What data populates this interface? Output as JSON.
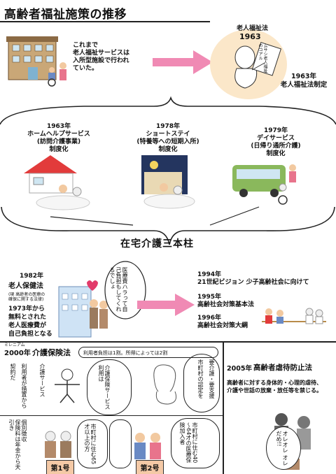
{
  "title": "高齢者福祉施策の推移",
  "intro": {
    "text": [
      "これまで",
      "老人福祉サービスは",
      "入所型施設で行われ",
      "ていた。"
    ]
  },
  "law1963": {
    "header": "老人福祉法",
    "year": "1963",
    "caption": [
      "1963年",
      "老人福祉法制定"
    ],
    "sign_text": "ムサシ老人福祉のコアル"
  },
  "services": [
    {
      "year": "1963年",
      "name": "ホームヘルプサービス",
      "detail": "(訪問介護事業)",
      "status": "制度化"
    },
    {
      "year": "1978年",
      "name": "ショートステイ",
      "detail": "(特養等への短期入所)",
      "status": "制度化"
    },
    {
      "year": "1979年",
      "name": "デイサービス",
      "detail": "(日帰り通所介護)",
      "status": "制度化"
    }
  ],
  "pillars": "在宅介護三本柱",
  "law1982": {
    "year": "1982年",
    "name": "老人保健法",
    "note": [
      "(現 高齢者の医療の",
      "確保に関する法律)"
    ],
    "desc": [
      "1973年から",
      "無料とされた",
      "老人医療費が",
      "自己負担となる"
    ],
    "bubble": "医療費ハラって自己負担もしてくれるでしょ"
  },
  "timeline": [
    {
      "year": "1994年",
      "text": "21世紀ビジョン 少子高齢社会に向けて"
    },
    {
      "year": "1995年",
      "text": "高齢社会対策基本法"
    },
    {
      "year": "1996年",
      "text": "高齢社会対策大綱"
    }
  ],
  "kaigo": {
    "small_label": "ミレニアム",
    "year": "2000年",
    "name": "介護保険法",
    "note": "利用者負担は1割。所得によっては2割",
    "hand_texts": [
      "契約だ",
      "利用者が措置から",
      "介護サービス",
      "介護保険サービス利用は",
      "市町村の認定を",
      "要介護・要支援"
    ],
    "insured": [
      {
        "label": "第1号",
        "desc": "市町村に住む65才以上の方"
      },
      {
        "label": "第2号",
        "desc": "市町村に住む40～64才の医療保険加入者"
      }
    ],
    "hand_left": "保険料は年金から天引き",
    "hand_left2": "個別徴収"
  },
  "abuse": {
    "year": "2005年",
    "name": "高齢者虐待防止法",
    "desc": [
      "高齢者に対する身体的・心理的虐待、",
      "介護や世話の放棄・放任等を禁じる。"
    ],
    "bubble": "オレオレ オレ だめ!!"
  }
}
